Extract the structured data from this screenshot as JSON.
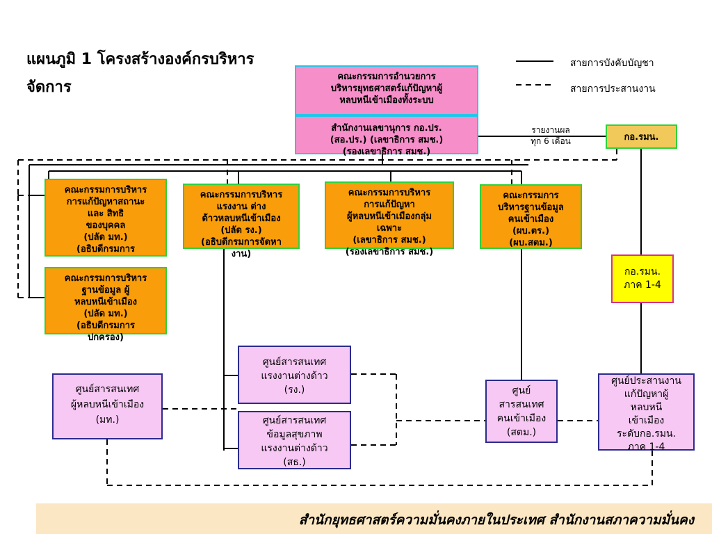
{
  "title": {
    "line1": "แผนภูมิ 1 โครงสร้างองค์กรบริหาร",
    "line2": "จัดการ"
  },
  "legend": {
    "solid": "สายการบังคับบัญชา",
    "dashed": "สายการประสานงาน"
  },
  "report_note": {
    "line1": "รายงานผล",
    "line2": "ทุก 6 เดือน"
  },
  "boxes": {
    "top_committee": [
      "คณะกรรมการอำนวยการ",
      "บริหารยุทธศาสตร์แก้ปัญหาผู้",
      "หลบหนีเข้าเมืองทั้งระบบ"
    ],
    "secretariat": [
      "สำนักงานเลขานุการ กอ.ปร.",
      "(สอ.ปร.) (เลขาธิการ สมช.)",
      "(รองเลขาธิการ สมช.)"
    ],
    "kor_ramon": [
      "กอ.รมน."
    ],
    "committee_status": [
      "คณะกรรมการบริหาร",
      "การแก้ปัญหาสถานะ",
      "และ สิทธิ",
      "ของบุคคล",
      "(ปลัด มท.)",
      "(อธิบดีกรมการ"
    ],
    "committee_labor": [
      "คณะกรรมการบริหาร",
      "แรงงาน ต่าง",
      "ด้าวหลบหนีเข้าเมือง",
      "(ปลัด รง.)",
      "(อธิบดีกรมการจัดหา",
      "งาน)"
    ],
    "committee_specific": [
      "คณะกรรมการบริหาร",
      "การแก้ปัญหา",
      "ผู้หลบหนีเข้าเมืองกลุ่ม",
      "เฉพาะ",
      "(เลขาธิการ สมช.)",
      "(รองเลขาธิการ สมช.)"
    ],
    "committee_database": [
      "คณะกรรมการ",
      "บริหารฐานข้อมูล",
      "คนเข้าเมือง",
      "(ผบ.ตร.)",
      "(ผบ.สตม.)"
    ],
    "committee_db_mt": [
      "คณะกรรมการบริหาร",
      "ฐานข้อมูล ผู้",
      "หลบหนีเข้าเมือง",
      "(ปลัด มท.)",
      "(อธิบดีกรมการ",
      "ปกครอง)"
    ],
    "kor_ramon_region": [
      "กอ.รมน.",
      "ภาค 1-4"
    ],
    "info_labor": [
      "ศูนย์สารสนเทศ",
      "แรงงานต่างด้าว",
      "(รง.)"
    ],
    "info_health": [
      "ศูนย์สารสนเทศ",
      "ข้อมูลสุขภาพ",
      "แรงงานต่างด้าว",
      "(สธ.)"
    ],
    "info_mt": [
      "ศูนย์สารสนเทศ",
      "ผู้หลบหนีเข้าเมือง",
      "(มท.)"
    ],
    "info_immigration": [
      "ศูนย์",
      "สารสนเทศ",
      "คนเข้าเมือง",
      "(สตม.)"
    ],
    "coord_center": [
      "ศูนย์ประสานงาน",
      "แก้ปัญหาผู้",
      "หลบหนี",
      "เข้าเมือง",
      "ระดับกอ.รมน.",
      "ภาค 1-4"
    ]
  },
  "footer": "สำนักยุทธศาสตร์ความมั่นคงภายในประเทศ สำนักงานสภาความมั่นคง",
  "colors": {
    "pink": "#f68fc9",
    "orange": "#f99d0b",
    "lilac": "#f8c8f5",
    "yellow": "#ffff00",
    "footer_bg": "#fbe7c3"
  }
}
